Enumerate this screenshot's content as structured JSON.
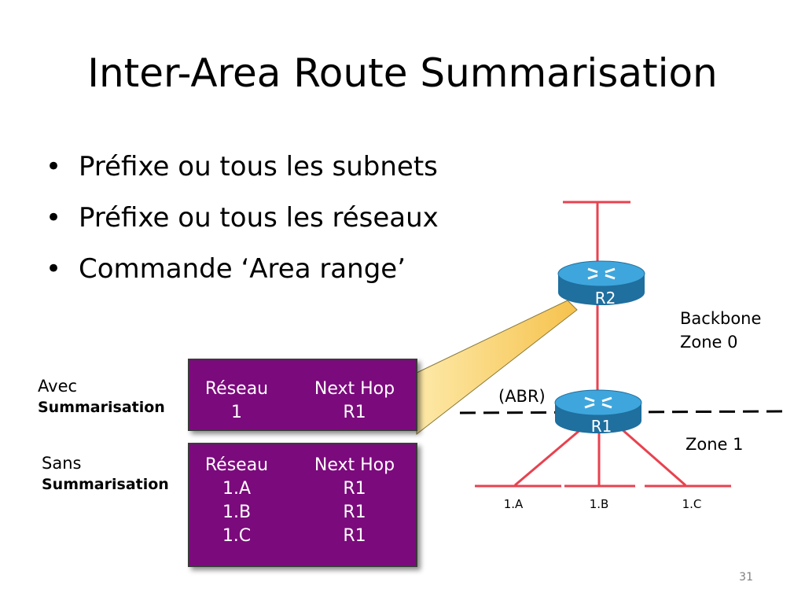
{
  "slide": {
    "title": "Inter-Area Route Summarisation",
    "page_number": "31"
  },
  "bullets": [
    "Préfixe ou tous les subnets",
    "Préfixe ou tous les réseaux",
    "Commande  ‘Area range’"
  ],
  "labels": {
    "avec_line1": "Avec",
    "avec_line2": "Summarisation",
    "sans_line1": "Sans",
    "sans_line2": "Summarisation"
  },
  "table_with_summary": {
    "headers": [
      "Réseau",
      "Next Hop"
    ],
    "rows": [
      [
        "1",
        "R1"
      ]
    ]
  },
  "table_without_summary": {
    "headers": [
      "Réseau",
      "Next Hop"
    ],
    "rows": [
      [
        "1.A",
        "R1"
      ],
      [
        "1.B",
        "R1"
      ],
      [
        "1.C",
        "R1"
      ]
    ]
  },
  "diagram": {
    "router_r2": "R2",
    "router_r1": "R1",
    "abr_label": "(ABR)",
    "backbone_line1": "Backbone",
    "backbone_line2": "Zone 0",
    "zone1": "Zone 1",
    "subnet_a": "1.A",
    "subnet_b": "1.B",
    "subnet_c": "1.C",
    "link_color": "#e8424f",
    "router_color": "#1f8ec4",
    "table_color": "#7b0a7c",
    "callout_color": "#fbd36a"
  }
}
